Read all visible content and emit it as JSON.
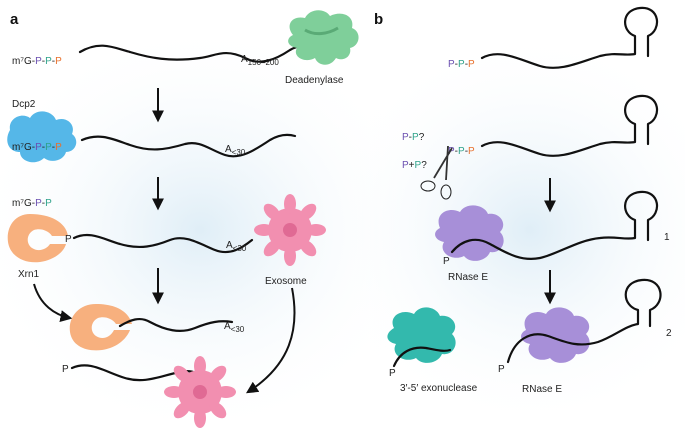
{
  "colors": {
    "p_purple": "#6a4fb0",
    "p_green": "#2fa28a",
    "p_orange": "#e8702c",
    "deadenylase": "#7fcf9a",
    "dcp2": "#55b7e8",
    "xrn1": "#f7b07e",
    "exosome": "#f28fb0",
    "rnase_e": "#a78fd8",
    "exonuclease": "#33b9ad"
  },
  "panel_a": {
    "letter": "a",
    "row1": {
      "cap": "m⁷G-",
      "p1": "P",
      "dash1": "-",
      "p2": "P",
      "dash2": "-",
      "p3": "P",
      "tail_base": "A",
      "tail_sub": "150–200"
    },
    "deadenylase_label": "Deadenylase",
    "dcp2_label": "Dcp2",
    "row2": {
      "cap": "m⁷G-",
      "p1": "P",
      "dash1": "-",
      "p2": "P",
      "dash2": "-",
      "p3": "P",
      "tail_base": "A",
      "tail_sub": "<30"
    },
    "row3": {
      "cap": "m⁷G-",
      "p1": "P",
      "dash1": "-",
      "p2": "P",
      "p_end": "P",
      "tail_base": "A",
      "tail_sub": "<30"
    },
    "xrn1_label": "Xrn1",
    "exosome_label": "Exosome",
    "row4": {
      "tail_base": "A",
      "tail_sub": "<30"
    },
    "row5": {
      "p_end": "P"
    }
  },
  "panel_b": {
    "letter": "b",
    "row1": {
      "p1": "P",
      "dash1": "-",
      "p2": "P",
      "dash2": "-",
      "p3": "P"
    },
    "row2": {
      "pp_q_p1": "P",
      "pp_q_dash": "-",
      "pp_q_p2": "P",
      "pp_q_mark": "?",
      "ppl_q_p1": "P",
      "ppl_q_plus": "+",
      "ppl_q_p2": "P",
      "ppl_q_mark": "?",
      "p1": "P",
      "dash1": "-",
      "p2": "P",
      "dash2": "-",
      "p3": "P"
    },
    "row3": {
      "p_end": "P",
      "rnase_label": "RNase E",
      "step_number": "1"
    },
    "row4": {
      "p_end_left": "P",
      "exonuclease_label": "3′-5′ exonuclease",
      "p_end_right": "P",
      "rnase_label": "RNase E",
      "step_number": "2"
    }
  }
}
